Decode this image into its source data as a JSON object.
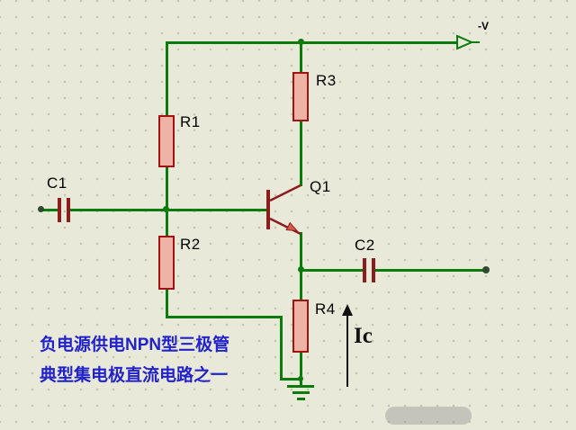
{
  "colors": {
    "bg": "#e9e9d9",
    "grid-dot": "#c6c6ad",
    "wire": "#0b7c0b",
    "outline": "#a31212",
    "body-fill": "#efb3a6",
    "dark-red": "#8c1d1d",
    "caption": "#2222cc",
    "annotation": "#111111"
  },
  "schematic": {
    "power_label": "-V",
    "components": {
      "r1": "R1",
      "r2": "R2",
      "r3": "R3",
      "r4": "R4",
      "c1": "C1",
      "c2": "C2",
      "q1": "Q1"
    },
    "current_annotation": "Ic",
    "captions": [
      "负电源供电NPN型三极管",
      "典型集电极直流电路之一"
    ]
  }
}
